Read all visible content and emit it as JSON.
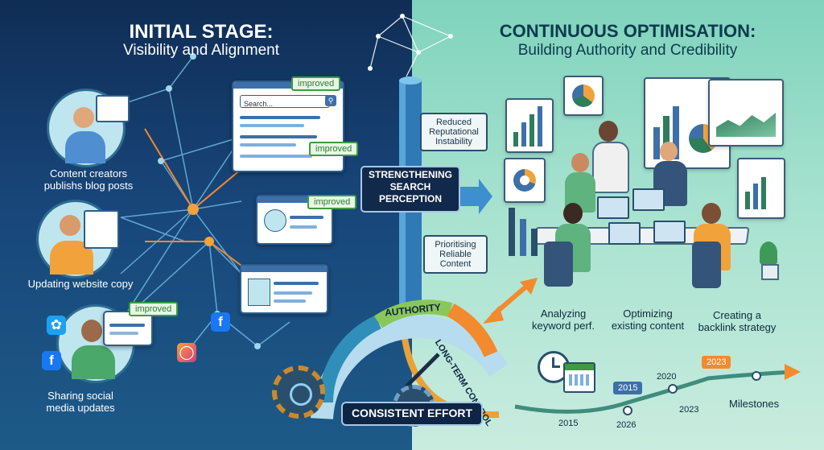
{
  "left": {
    "title": "INITIAL STAGE:",
    "subtitle": "Visibility and Alignment",
    "captions": {
      "creators": [
        "Content creators",
        "publishs blog posts"
      ],
      "updating": "Updating website copy",
      "sharing": [
        "Sharing social",
        "media updates"
      ]
    },
    "search_placeholder": "Search...",
    "badges": [
      "improved",
      "improved",
      "improved",
      "improved"
    ]
  },
  "right": {
    "title": "CONTINUOUS OPTIMISATION:",
    "subtitle": "Building Authority and Credibility",
    "captions": {
      "analyzing": [
        "Analyzing",
        "keyword perf."
      ],
      "optimizing": [
        "Optimizing",
        "existing content"
      ],
      "backlink": [
        "Creating a",
        "backlink strategy"
      ]
    }
  },
  "center": {
    "reduced": [
      "Reduced",
      "Reputational",
      "Instability"
    ],
    "strengthening": [
      "STRENGTHENING",
      "SEARCH",
      "PERCEPTION"
    ],
    "prioritising": [
      "Prioritising",
      "Reliable",
      "Content"
    ],
    "gauge_authority": "AUTHORITY",
    "gauge_control": "LONG-TERM CONTROL",
    "effort": "CONSISTENT EFFORT"
  },
  "timeline": {
    "years": [
      "2015",
      "2015",
      "2026",
      "2020",
      "2023",
      "2023"
    ],
    "milestones": "Milestones"
  },
  "colors": {
    "accent_orange": "#f28a2e",
    "accent_green": "#3f9a45",
    "navy": "#0f2d55",
    "teal": "#7fd3bc"
  },
  "icons": {
    "twitter": "twitter-icon",
    "facebook": "facebook-icon",
    "instagram": "instagram-icon",
    "clock": "clock-icon",
    "calendar": "calendar-icon",
    "gear": "gear-icon"
  }
}
